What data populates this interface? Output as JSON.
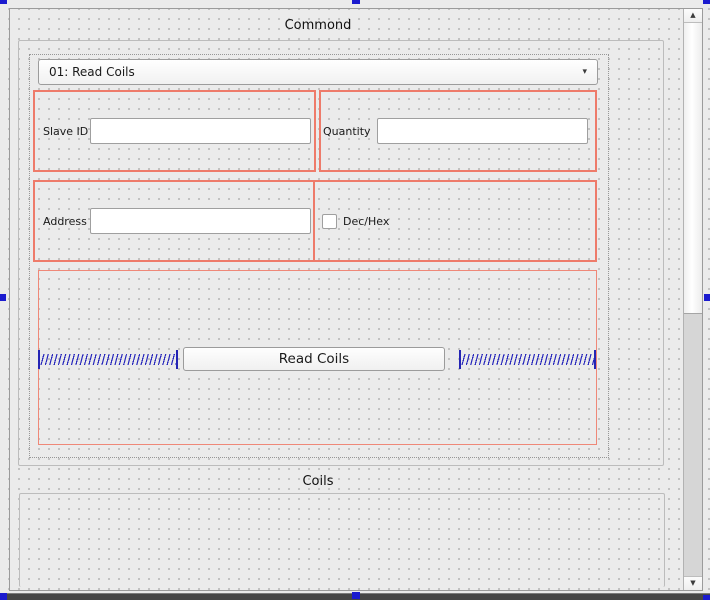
{
  "form": {
    "command_group": {
      "title": "Commond",
      "function_combo": {
        "selected": "01: Read Coils"
      },
      "slave_id": {
        "label": "Slave ID",
        "value": ""
      },
      "quantity": {
        "label": "Quantity",
        "value": ""
      },
      "address": {
        "label": "Address",
        "value": ""
      },
      "dec_hex": {
        "label": "Dec/Hex",
        "checked": false
      },
      "read_button": {
        "label": "Read Coils"
      }
    },
    "coils_group": {
      "title": "Coils"
    }
  },
  "icons": {
    "combo_dropdown": "▾",
    "scroll_up": "▲",
    "scroll_down": "▼"
  },
  "colors": {
    "layout_outline_red": "#ee7b6a",
    "spacer_blue": "#2b2bbd",
    "selection_handle_blue": "#1b1bcf",
    "canvas_background": "#ebebeb"
  }
}
